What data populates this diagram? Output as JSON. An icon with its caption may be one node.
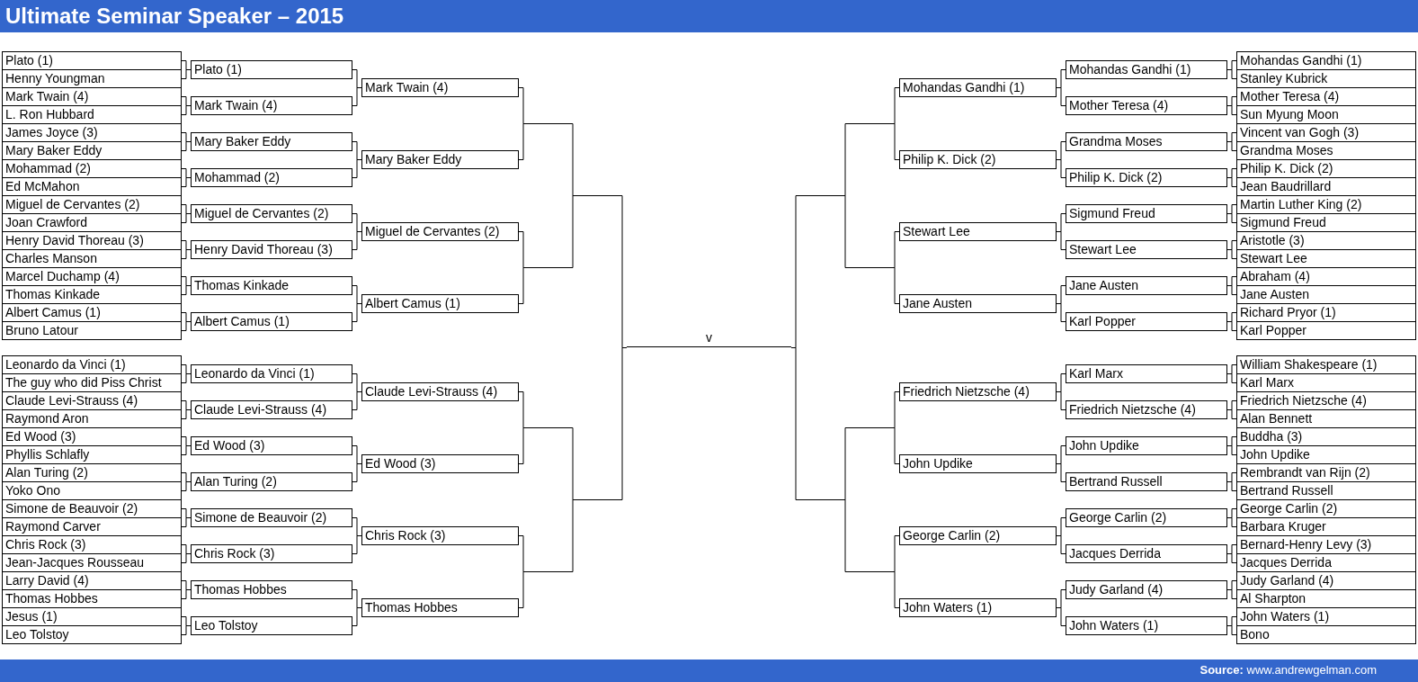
{
  "diagram": {
    "title": "Ultimate Seminar Speaker – 2015",
    "nodes": [
      {
        "text": [
          "Plato (1)"
        ]
      },
      {
        "text": [
          "Henny Youngman"
        ]
      },
      {
        "text": [
          "Mark Twain (4)"
        ]
      },
      {
        "text": [
          "L. Ron Hubbard"
        ]
      },
      {
        "text": [
          "James Joyce (3)"
        ]
      },
      {
        "text": [
          "Mary Baker Eddy"
        ]
      },
      {
        "text": [
          "Mohammad (2)"
        ]
      },
      {
        "text": [
          "Ed McMahon"
        ]
      },
      {
        "text": [
          "Miguel de Cervantes (2)"
        ]
      },
      {
        "text": [
          "Joan Crawford"
        ]
      },
      {
        "text": [
          "Henry David Thoreau (3)"
        ]
      },
      {
        "text": [
          "Charles Manson"
        ]
      },
      {
        "text": [
          "Marcel Duchamp (4)"
        ]
      },
      {
        "text": [
          "Thomas Kinkade"
        ]
      },
      {
        "text": [
          "Albert Camus (1)"
        ]
      },
      {
        "text": [
          "Bruno Latour"
        ]
      },
      {
        "text": [
          "Leonardo da Vinci (1)"
        ]
      },
      {
        "text": [
          "The guy who did Piss Christ"
        ]
      },
      {
        "text": [
          "Claude Levi-Strauss (4)"
        ]
      },
      {
        "text": [
          "Raymond Aron"
        ]
      },
      {
        "text": [
          "Ed Wood (3)"
        ]
      },
      {
        "text": [
          "Phyllis Schlafly"
        ]
      },
      {
        "text": [
          "Alan Turing (2)"
        ]
      },
      {
        "text": [
          "Yoko Ono"
        ]
      },
      {
        "text": [
          "Simone de Beauvoir (2)"
        ]
      },
      {
        "text": [
          "Raymond Carver"
        ]
      },
      {
        "text": [
          "Chris Rock (3)"
        ]
      },
      {
        "text": [
          "Jean-Jacques Rousseau"
        ]
      },
      {
        "text": [
          "Larry David (4)"
        ]
      },
      {
        "text": [
          "Thomas Hobbes"
        ]
      },
      {
        "text": [
          "Jesus (1)"
        ]
      },
      {
        "text": [
          "Leo Tolstoy"
        ]
      },
      {
        "text": [
          "Plato (1)"
        ]
      },
      {
        "text": [
          "Mark Twain (4)"
        ]
      },
      {
        "text": [
          "Mary Baker Eddy"
        ]
      },
      {
        "text": [
          "Mohammad (2)"
        ]
      },
      {
        "text": [
          "Miguel de Cervantes (2)"
        ]
      },
      {
        "text": [
          "Henry David Thoreau (3)"
        ]
      },
      {
        "text": [
          "Thomas Kinkade"
        ]
      },
      {
        "text": [
          "Albert Camus (1)"
        ]
      },
      {
        "text": [
          "Leonardo da Vinci (1)"
        ]
      },
      {
        "text": [
          "Claude Levi-Strauss (4)"
        ]
      },
      {
        "text": [
          "Ed Wood (3)"
        ]
      },
      {
        "text": [
          "Alan Turing (2)"
        ]
      },
      {
        "text": [
          "Simone de Beauvoir (2)"
        ]
      },
      {
        "text": [
          "Chris Rock (3)"
        ]
      },
      {
        "text": [
          "Thomas Hobbes"
        ]
      },
      {
        "text": [
          "Leo Tolstoy"
        ]
      },
      {
        "text": [
          "Mark Twain (4)"
        ]
      },
      {
        "text": [
          "Mary Baker Eddy"
        ]
      },
      {
        "text": [
          "Miguel de Cervantes (2)"
        ]
      },
      {
        "text": [
          "Albert Camus (1)"
        ]
      },
      {
        "text": [
          "Claude Levi-Strauss (4)"
        ]
      },
      {
        "text": [
          "Ed Wood (3)"
        ]
      },
      {
        "text": [
          "Chris Rock (3)"
        ]
      },
      {
        "text": [
          "Thomas Hobbes"
        ]
      },
      {
        "text": [],
        "shape": "line"
      },
      {
        "text": [],
        "shape": "line"
      },
      {
        "text": [],
        "shape": "line"
      },
      {
        "text": [],
        "shape": "line"
      },
      {
        "text": [],
        "shape": "line"
      },
      {
        "text": [],
        "shape": "line"
      },
      {
        "text": [
          "v"
        ]
      },
      {
        "text": [],
        "shape": "line"
      },
      {
        "text": [],
        "shape": "line"
      },
      {
        "text": [],
        "shape": "line"
      },
      {
        "text": [],
        "shape": "line"
      },
      {
        "text": [],
        "shape": "line"
      },
      {
        "text": [],
        "shape": "line"
      },
      {
        "text": [
          "Mohandas Gandhi (1)"
        ]
      },
      {
        "text": [
          "Philip K. Dick (2)"
        ]
      },
      {
        "text": [
          "Stewart Lee"
        ]
      },
      {
        "text": [
          "Jane Austen"
        ]
      },
      {
        "text": [
          "Friedrich Nietzsche (4)"
        ]
      },
      {
        "text": [
          "John Updike"
        ]
      },
      {
        "text": [
          "George Carlin (2)"
        ]
      },
      {
        "text": [
          "John Waters (1)"
        ]
      },
      {
        "text": [
          "Mohandas Gandhi (1)"
        ]
      },
      {
        "text": [
          "Mother Teresa (4)"
        ]
      },
      {
        "text": [
          "Grandma Moses"
        ]
      },
      {
        "text": [
          "Philip K. Dick (2)"
        ]
      },
      {
        "text": [
          "Sigmund Freud"
        ]
      },
      {
        "text": [
          "Stewart Lee"
        ]
      },
      {
        "text": [
          "Jane Austen"
        ]
      },
      {
        "text": [
          "Karl Popper"
        ]
      },
      {
        "text": [
          "Karl Marx"
        ]
      },
      {
        "text": [
          "Friedrich Nietzsche (4)"
        ]
      },
      {
        "text": [
          "John Updike"
        ]
      },
      {
        "text": [
          "Bertrand Russell"
        ]
      },
      {
        "text": [
          "George Carlin (2)"
        ]
      },
      {
        "text": [
          "Jacques Derrida"
        ]
      },
      {
        "text": [
          "Judy Garland (4)"
        ]
      },
      {
        "text": [
          "John Waters (1)"
        ]
      },
      {
        "text": [
          "Mohandas Gandhi (1)"
        ]
      },
      {
        "text": [
          "Stanley Kubrick"
        ]
      },
      {
        "text": [
          "Mother Teresa (4)"
        ]
      },
      {
        "text": [
          "Sun Myung Moon"
        ]
      },
      {
        "text": [
          "Vincent van Gogh (3)"
        ]
      },
      {
        "text": [
          "Grandma Moses"
        ]
      },
      {
        "text": [
          "Philip K. Dick (2)"
        ]
      },
      {
        "text": [
          "Jean Baudrillard"
        ]
      },
      {
        "text": [
          "Martin Luther King (2)"
        ]
      },
      {
        "text": [
          "Sigmund Freud"
        ]
      },
      {
        "text": [
          "Aristotle (3)"
        ]
      },
      {
        "text": [
          "Stewart Lee"
        ]
      },
      {
        "text": [
          "Abraham (4)"
        ]
      },
      {
        "text": [
          "Jane Austen"
        ]
      },
      {
        "text": [
          "Richard Pryor (1)"
        ]
      },
      {
        "text": [
          "Karl Popper"
        ]
      },
      {
        "text": [
          "William Shakespeare (1)"
        ]
      },
      {
        "text": [
          "Karl Marx"
        ]
      },
      {
        "text": [
          "Friedrich Nietzsche (4)"
        ]
      },
      {
        "text": [
          "Alan Bennett"
        ]
      },
      {
        "text": [
          "Buddha (3)"
        ]
      },
      {
        "text": [
          "John Updike"
        ]
      },
      {
        "text": [
          "Rembrandt van Rijn (2)"
        ]
      },
      {
        "text": [
          "Bertrand Russell"
        ]
      },
      {
        "text": [
          "George Carlin (2)"
        ]
      },
      {
        "text": [
          "Barbara Kruger"
        ]
      },
      {
        "text": [
          "Bernard-Henry Levy (3)"
        ]
      },
      {
        "text": [
          "Jacques Derrida"
        ]
      },
      {
        "text": [
          "Judy Garland (4)"
        ]
      },
      {
        "text": [
          "Al Sharpton"
        ]
      },
      {
        "text": [
          "John Waters (1)"
        ]
      },
      {
        "text": [
          "Bono"
        ]
      }
    ],
    "edges": [
      {
        "from": 0,
        "to": 32,
        "arrow": "none"
      },
      {
        "from": 1,
        "to": 32,
        "arrow": "none"
      },
      {
        "from": 2,
        "to": 33,
        "arrow": "none"
      },
      {
        "from": 3,
        "to": 33,
        "arrow": "none"
      },
      {
        "from": 4,
        "to": 34,
        "arrow": "none"
      },
      {
        "from": 5,
        "to": 34,
        "arrow": "none"
      },
      {
        "from": 6,
        "to": 35,
        "arrow": "none"
      },
      {
        "from": 7,
        "to": 35,
        "arrow": "none"
      },
      {
        "from": 8,
        "to": 36,
        "arrow": "none"
      },
      {
        "from": 9,
        "to": 36,
        "arrow": "none"
      },
      {
        "from": 10,
        "to": 37,
        "arrow": "none"
      },
      {
        "from": 11,
        "to": 37,
        "arrow": "none"
      },
      {
        "from": 12,
        "to": 38,
        "arrow": "none"
      },
      {
        "from": 13,
        "to": 38,
        "arrow": "none"
      },
      {
        "from": 14,
        "to": 39,
        "arrow": "none"
      },
      {
        "from": 15,
        "to": 39,
        "arrow": "none"
      },
      {
        "from": 16,
        "to": 40,
        "arrow": "none"
      },
      {
        "from": 17,
        "to": 40,
        "arrow": "none"
      },
      {
        "from": 18,
        "to": 41,
        "arrow": "none"
      },
      {
        "from": 19,
        "to": 41,
        "arrow": "none"
      },
      {
        "from": 20,
        "to": 42,
        "arrow": "none"
      },
      {
        "from": 21,
        "to": 42,
        "arrow": "none"
      },
      {
        "from": 22,
        "to": 43,
        "arrow": "none"
      },
      {
        "from": 23,
        "to": 43,
        "arrow": "none"
      },
      {
        "from": 24,
        "to": 44,
        "arrow": "none"
      },
      {
        "from": 25,
        "to": 44,
        "arrow": "none"
      },
      {
        "from": 26,
        "to": 45,
        "arrow": "none"
      },
      {
        "from": 27,
        "to": 45,
        "arrow": "none"
      },
      {
        "from": 28,
        "to": 46,
        "arrow": "none"
      },
      {
        "from": 29,
        "to": 46,
        "arrow": "none"
      },
      {
        "from": 30,
        "to": 47,
        "arrow": "none"
      },
      {
        "from": 31,
        "to": 47,
        "arrow": "none"
      },
      {
        "from": 32,
        "to": 48,
        "arrow": "none"
      },
      {
        "from": 33,
        "to": 48,
        "arrow": "none"
      },
      {
        "from": 34,
        "to": 49,
        "arrow": "none"
      },
      {
        "from": 35,
        "to": 49,
        "arrow": "none"
      },
      {
        "from": 36,
        "to": 50,
        "arrow": "none"
      },
      {
        "from": 37,
        "to": 50,
        "arrow": "none"
      },
      {
        "from": 38,
        "to": 51,
        "arrow": "none"
      },
      {
        "from": 39,
        "to": 51,
        "arrow": "none"
      },
      {
        "from": 40,
        "to": 52,
        "arrow": "none"
      },
      {
        "from": 41,
        "to": 52,
        "arrow": "none"
      },
      {
        "from": 42,
        "to": 53,
        "arrow": "none"
      },
      {
        "from": 43,
        "to": 53,
        "arrow": "none"
      },
      {
        "from": 44,
        "to": 54,
        "arrow": "none"
      },
      {
        "from": 45,
        "to": 54,
        "arrow": "none"
      },
      {
        "from": 46,
        "to": 55,
        "arrow": "none"
      },
      {
        "from": 47,
        "to": 55,
        "arrow": "none"
      },
      {
        "from": 48,
        "to": 56,
        "arrow": "none"
      },
      {
        "from": 49,
        "to": 56,
        "arrow": "none"
      },
      {
        "from": 50,
        "to": 57,
        "arrow": "none"
      },
      {
        "from": 51,
        "to": 57,
        "arrow": "none"
      },
      {
        "from": 52,
        "to": 58,
        "arrow": "none"
      },
      {
        "from": 53,
        "to": 58,
        "arrow": "none"
      },
      {
        "from": 54,
        "to": 59,
        "arrow": "none"
      },
      {
        "from": 55,
        "to": 59,
        "arrow": "none"
      },
      {
        "from": 56,
        "to": 60,
        "arrow": "none"
      },
      {
        "from": 57,
        "to": 60,
        "arrow": "none"
      },
      {
        "from": 58,
        "to": 61,
        "arrow": "none"
      },
      {
        "from": 59,
        "to": 61,
        "arrow": "none"
      },
      {
        "from": 60,
        "to": 62,
        "arrow": "none"
      },
      {
        "from": 61,
        "to": 62,
        "arrow": "none"
      },
      {
        "from": 63,
        "to": 62,
        "arrow": "none"
      },
      {
        "from": 64,
        "to": 62,
        "arrow": "none"
      },
      {
        "from": 65,
        "to": 63,
        "arrow": "none"
      },
      {
        "from": 66,
        "to": 63,
        "arrow": "none"
      },
      {
        "from": 67,
        "to": 64,
        "arrow": "none"
      },
      {
        "from": 68,
        "to": 64,
        "arrow": "none"
      },
      {
        "from": 69,
        "to": 65,
        "arrow": "none"
      },
      {
        "from": 70,
        "to": 65,
        "arrow": "none"
      },
      {
        "from": 71,
        "to": 66,
        "arrow": "none"
      },
      {
        "from": 72,
        "to": 66,
        "arrow": "none"
      },
      {
        "from": 73,
        "to": 67,
        "arrow": "none"
      },
      {
        "from": 74,
        "to": 67,
        "arrow": "none"
      },
      {
        "from": 75,
        "to": 68,
        "arrow": "none"
      },
      {
        "from": 76,
        "to": 68,
        "arrow": "none"
      },
      {
        "from": 77,
        "to": 69,
        "arrow": "none"
      },
      {
        "from": 78,
        "to": 69,
        "arrow": "none"
      },
      {
        "from": 79,
        "to": 70,
        "arrow": "none"
      },
      {
        "from": 80,
        "to": 70,
        "arrow": "none"
      },
      {
        "from": 81,
        "to": 71,
        "arrow": "none"
      },
      {
        "from": 82,
        "to": 71,
        "arrow": "none"
      },
      {
        "from": 83,
        "to": 72,
        "arrow": "none"
      },
      {
        "from": 84,
        "to": 72,
        "arrow": "none"
      },
      {
        "from": 85,
        "to": 73,
        "arrow": "none"
      },
      {
        "from": 86,
        "to": 73,
        "arrow": "none"
      },
      {
        "from": 87,
        "to": 74,
        "arrow": "none"
      },
      {
        "from": 88,
        "to": 74,
        "arrow": "none"
      },
      {
        "from": 89,
        "to": 75,
        "arrow": "none"
      },
      {
        "from": 90,
        "to": 75,
        "arrow": "none"
      },
      {
        "from": 91,
        "to": 76,
        "arrow": "none"
      },
      {
        "from": 92,
        "to": 76,
        "arrow": "none"
      },
      {
        "from": 93,
        "to": 77,
        "arrow": "none"
      },
      {
        "from": 94,
        "to": 77,
        "arrow": "none"
      },
      {
        "from": 95,
        "to": 78,
        "arrow": "none"
      },
      {
        "from": 96,
        "to": 78,
        "arrow": "none"
      },
      {
        "from": 97,
        "to": 79,
        "arrow": "none"
      },
      {
        "from": 98,
        "to": 79,
        "arrow": "none"
      },
      {
        "from": 99,
        "to": 80,
        "arrow": "none"
      },
      {
        "from": 100,
        "to": 80,
        "arrow": "none"
      },
      {
        "from": 101,
        "to": 81,
        "arrow": "none"
      },
      {
        "from": 102,
        "to": 81,
        "arrow": "none"
      },
      {
        "from": 103,
        "to": 82,
        "arrow": "none"
      },
      {
        "from": 104,
        "to": 82,
        "arrow": "none"
      },
      {
        "from": 105,
        "to": 83,
        "arrow": "none"
      },
      {
        "from": 106,
        "to": 83,
        "arrow": "none"
      },
      {
        "from": 107,
        "to": 84,
        "arrow": "none"
      },
      {
        "from": 108,
        "to": 84,
        "arrow": "none"
      },
      {
        "from": 109,
        "to": 85,
        "arrow": "none"
      },
      {
        "from": 110,
        "to": 85,
        "arrow": "none"
      },
      {
        "from": 111,
        "to": 86,
        "arrow": "none"
      },
      {
        "from": 112,
        "to": 86,
        "arrow": "none"
      },
      {
        "from": 113,
        "to": 87,
        "arrow": "none"
      },
      {
        "from": 114,
        "to": 87,
        "arrow": "none"
      },
      {
        "from": 115,
        "to": 88,
        "arrow": "none"
      },
      {
        "from": 116,
        "to": 88,
        "arrow": "none"
      },
      {
        "from": 117,
        "to": 89,
        "arrow": "none"
      },
      {
        "from": 118,
        "to": 89,
        "arrow": "none"
      },
      {
        "from": 119,
        "to": 90,
        "arrow": "none"
      },
      {
        "from": 120,
        "to": 90,
        "arrow": "none"
      },
      {
        "from": 121,
        "to": 91,
        "arrow": "none"
      },
      {
        "from": 122,
        "to": 91,
        "arrow": "none"
      },
      {
        "from": 123,
        "to": 92,
        "arrow": "none"
      },
      {
        "from": 124,
        "to": 92,
        "arrow": "none"
      }
    ],
    "labels": [
      "**Source:** www.andrewgelman.com"
    ]
  }
}
